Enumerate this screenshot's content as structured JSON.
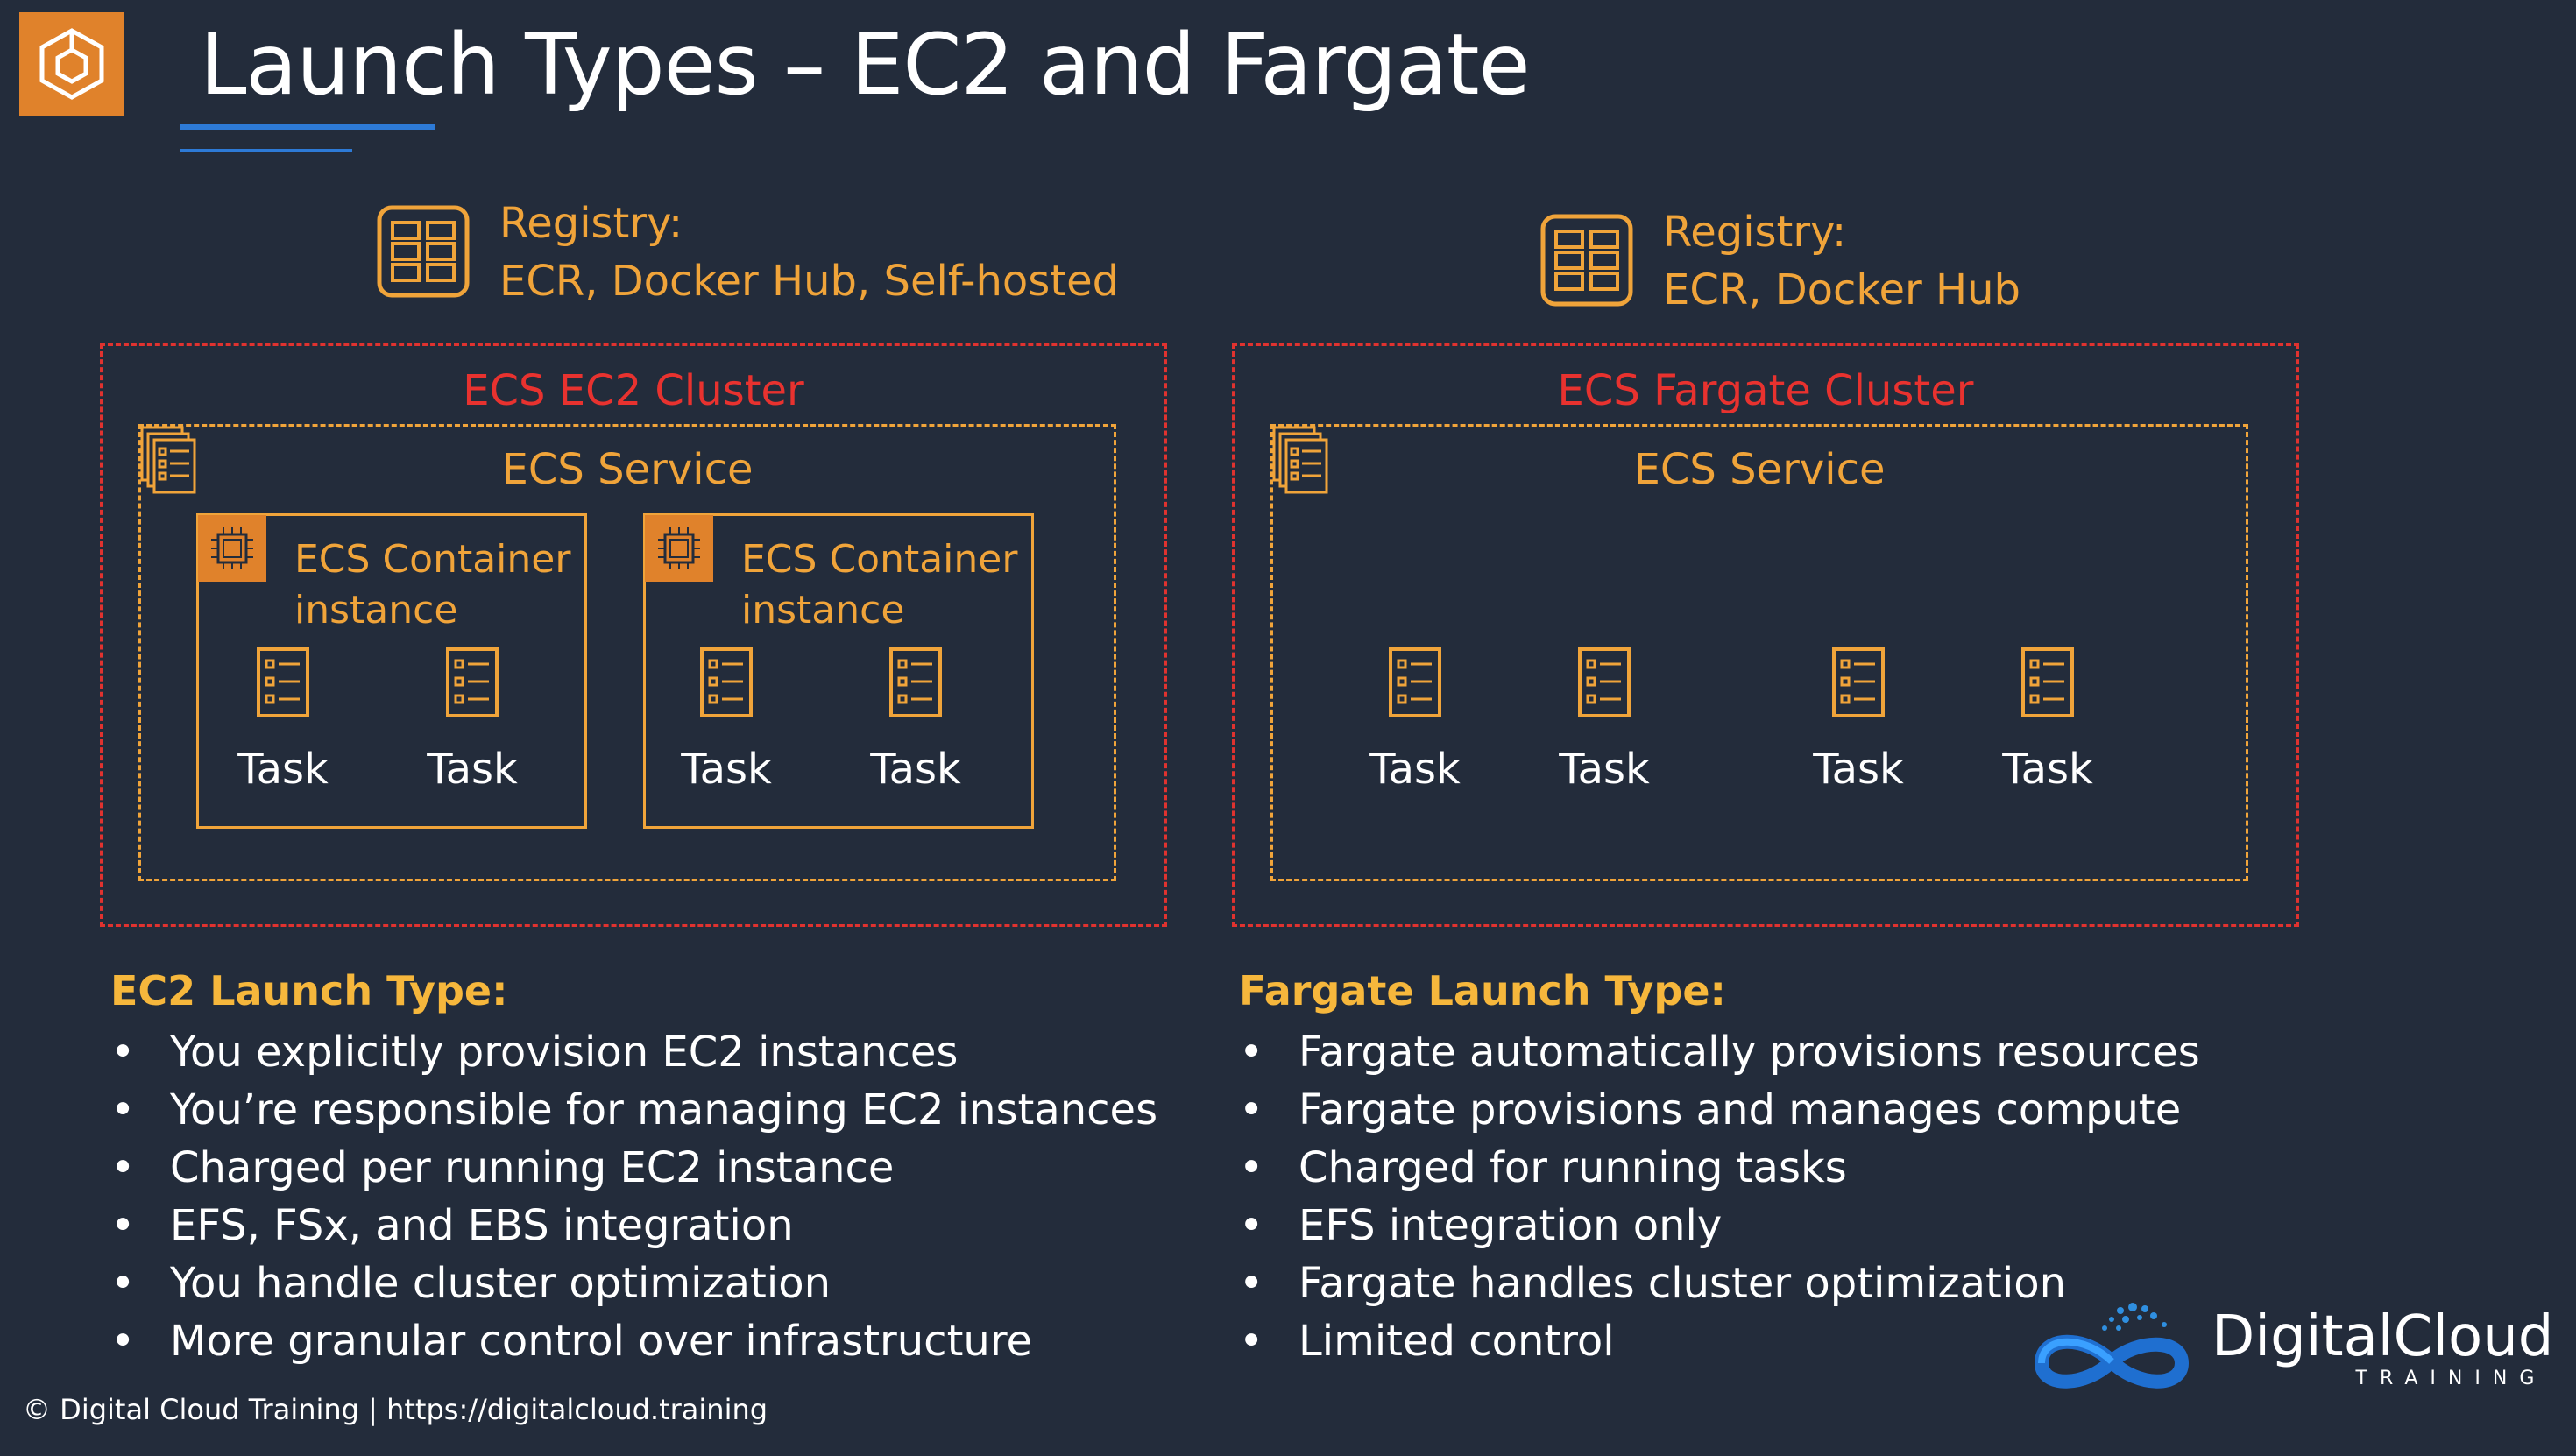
{
  "title": "Launch Types – EC2 and Fargate",
  "ec2": {
    "registry_heading": "Registry:",
    "registry_sources": "ECR, Docker Hub, Self-hosted",
    "cluster_label": "ECS EC2 Cluster",
    "service_label": "ECS Service",
    "instances": [
      {
        "label_line1": "ECS Container",
        "label_line2": "instance",
        "tasks": [
          "Task",
          "Task"
        ]
      },
      {
        "label_line1": "ECS Container",
        "label_line2": "instance",
        "tasks": [
          "Task",
          "Task"
        ]
      }
    ],
    "heading": "EC2 Launch Type:",
    "bullets": [
      "You explicitly provision EC2 instances",
      "You’re responsible for managing EC2 instances",
      "Charged per running EC2 instance",
      "EFS, FSx, and EBS integration",
      "You handle cluster optimization",
      "More granular control over infrastructure"
    ]
  },
  "fargate": {
    "registry_heading": "Registry:",
    "registry_sources": "ECR, Docker Hub",
    "cluster_label": "ECS Fargate Cluster",
    "service_label": "ECS Service",
    "tasks": [
      "Task",
      "Task",
      "Task",
      "Task"
    ],
    "heading": "Fargate Launch Type:",
    "bullets": [
      "Fargate automatically provisions resources",
      "Fargate provisions and manages compute",
      "Charged for running tasks",
      "EFS integration only",
      "Fargate handles cluster optimization",
      "Limited control"
    ]
  },
  "bullet_glyph": "•",
  "footer": "© Digital Cloud Training  | https://digitalcloud.training",
  "brand": {
    "name": "DigitalCloud",
    "tagline": "TRAINING"
  },
  "icons": {
    "logo": "ecs-logo-icon",
    "registry": "registry-icon",
    "service": "service-stack-icon",
    "instance": "chip-icon",
    "task": "task-icon"
  },
  "colors": {
    "background": "#232c3b",
    "orange": "#f0a43a",
    "red": "#e0322f",
    "heading_yellow": "#f6b73c",
    "blue": "#2d7ad6"
  }
}
